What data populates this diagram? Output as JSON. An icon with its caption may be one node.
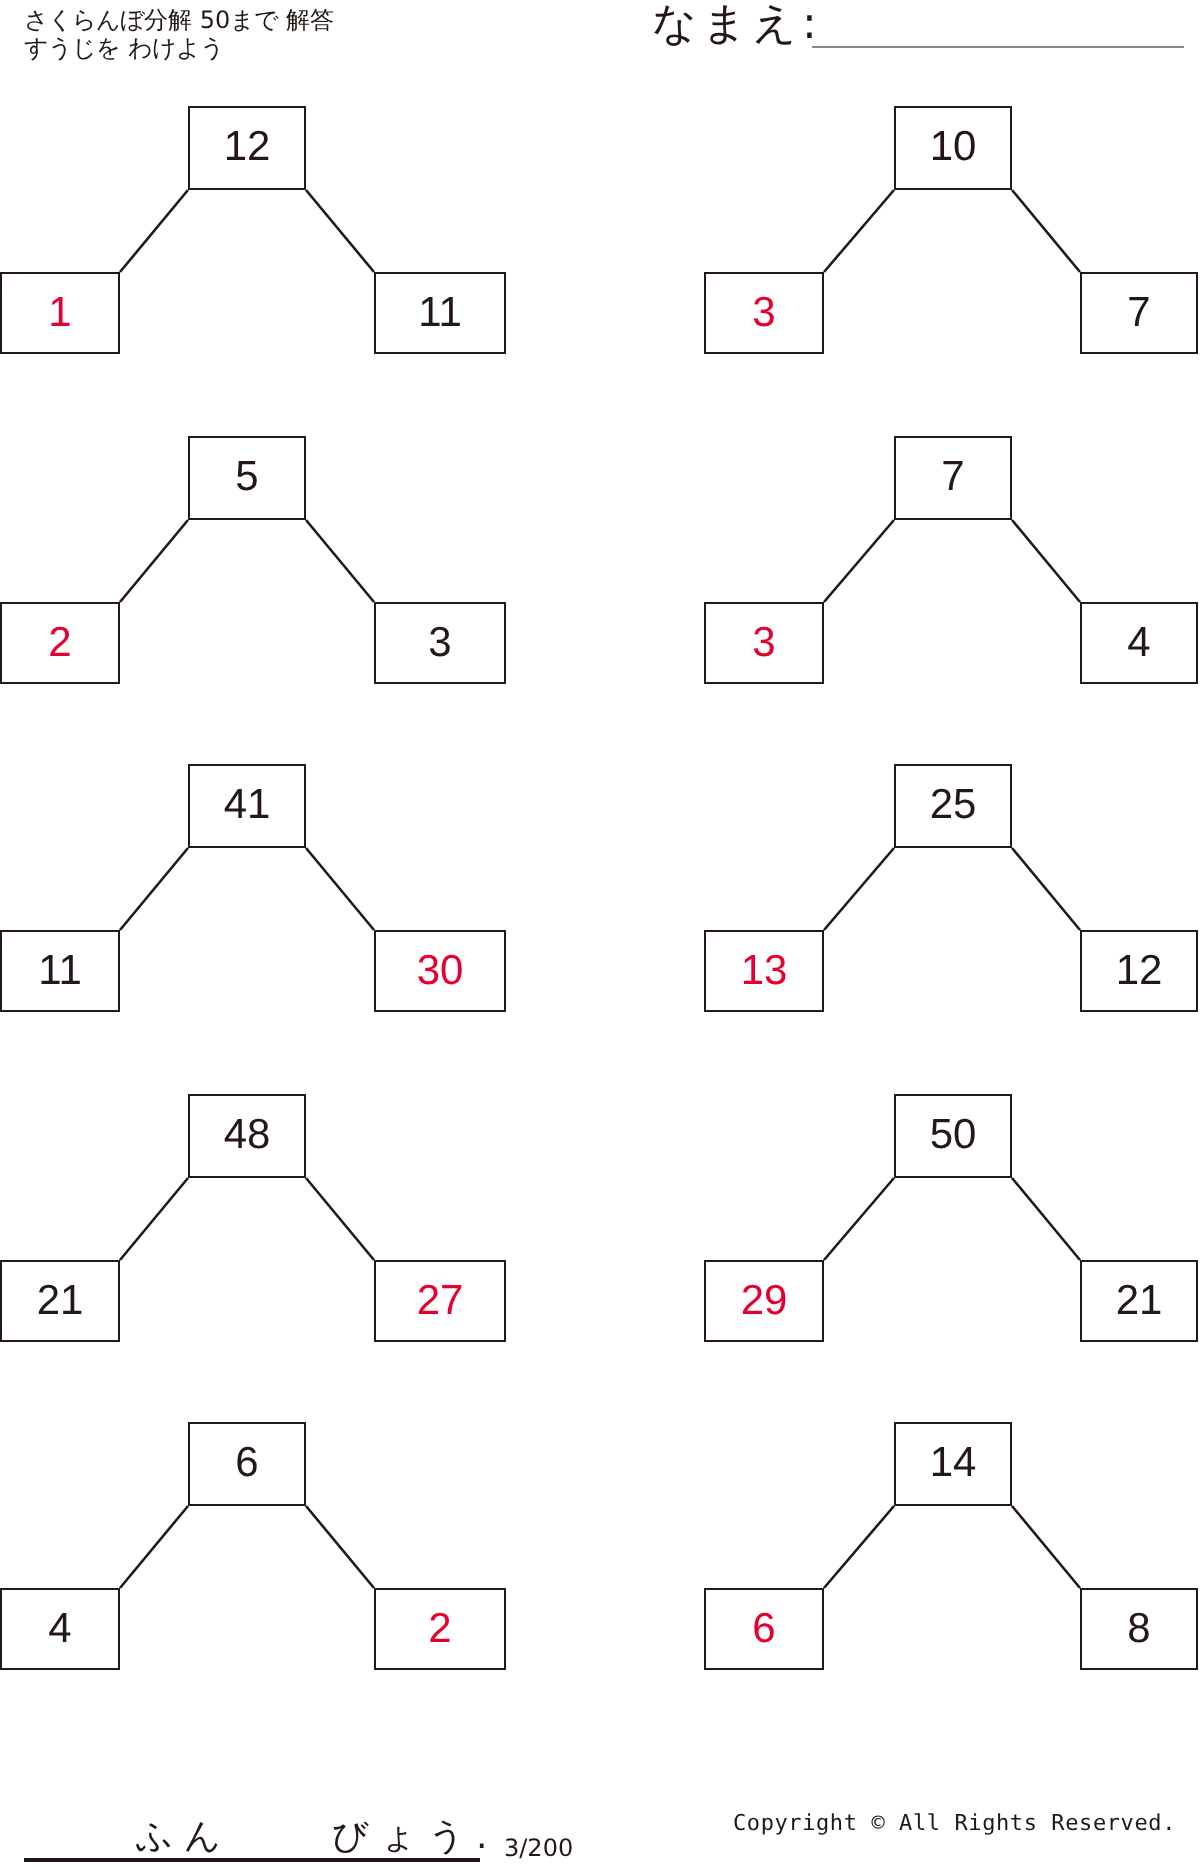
{
  "diagram": {
    "title": "さくらんぼ分解 50まで 解答",
    "nodes": [
      {
        "text": [
          "12"
        ]
      },
      {
        "text": [
          "1"
        ]
      },
      {
        "text": [
          "11"
        ]
      },
      {
        "text": [
          "10"
        ]
      },
      {
        "text": [
          "3"
        ]
      },
      {
        "text": [
          "7"
        ]
      },
      {
        "text": [
          "5"
        ]
      },
      {
        "text": [
          "2"
        ]
      },
      {
        "text": [
          "3"
        ]
      },
      {
        "text": [
          "7"
        ]
      },
      {
        "text": [
          "3"
        ]
      },
      {
        "text": [
          "4"
        ]
      },
      {
        "text": [
          "41"
        ]
      },
      {
        "text": [
          "11"
        ]
      },
      {
        "text": [
          "30"
        ]
      },
      {
        "text": [
          "25"
        ]
      },
      {
        "text": [
          "13"
        ]
      },
      {
        "text": [
          "12"
        ]
      },
      {
        "text": [
          "48"
        ]
      },
      {
        "text": [
          "21"
        ]
      },
      {
        "text": [
          "27"
        ]
      },
      {
        "text": [
          "50"
        ]
      },
      {
        "text": [
          "29"
        ]
      },
      {
        "text": [
          "21"
        ]
      },
      {
        "text": [
          "6"
        ]
      },
      {
        "text": [
          "4"
        ]
      },
      {
        "text": [
          "2"
        ]
      },
      {
        "text": [
          "14"
        ]
      },
      {
        "text": [
          "6"
        ]
      },
      {
        "text": [
          "8"
        ]
      }
    ],
    "edges": [
      {
        "from": 0,
        "to": 1,
        "arrow": "none"
      },
      {
        "from": 0,
        "to": 2,
        "arrow": "none"
      },
      {
        "from": 3,
        "to": 4,
        "arrow": "none"
      },
      {
        "from": 3,
        "to": 5,
        "arrow": "none"
      },
      {
        "from": 6,
        "to": 7,
        "arrow": "none"
      },
      {
        "from": 6,
        "to": 8,
        "arrow": "none"
      },
      {
        "from": 9,
        "to": 10,
        "arrow": "none"
      },
      {
        "from": 9,
        "to": 11,
        "arrow": "none"
      },
      {
        "from": 12,
        "to": 13,
        "arrow": "none"
      },
      {
        "from": 12,
        "to": 14,
        "arrow": "none"
      },
      {
        "from": 15,
        "to": 16,
        "arrow": "none"
      },
      {
        "from": 15,
        "to": 17,
        "arrow": "none"
      },
      {
        "from": 18,
        "to": 19,
        "arrow": "none"
      },
      {
        "from": 18,
        "to": 20,
        "arrow": "none"
      },
      {
        "from": 21,
        "to": 22,
        "arrow": "none"
      },
      {
        "from": 21,
        "to": 23,
        "arrow": "none"
      },
      {
        "from": 24,
        "to": 25,
        "arrow": "none"
      },
      {
        "from": 24,
        "to": 26,
        "arrow": "none"
      },
      {
        "from": 27,
        "to": 28,
        "arrow": "none"
      },
      {
        "from": 27,
        "to": 29,
        "arrow": "none"
      }
    ],
    "labels": [
      "すうじを わけよう",
      "なまえ:",
      "ふん",
      "びょう.",
      "3/200",
      "Copyright © All Rights Reserved."
    ]
  }
}
